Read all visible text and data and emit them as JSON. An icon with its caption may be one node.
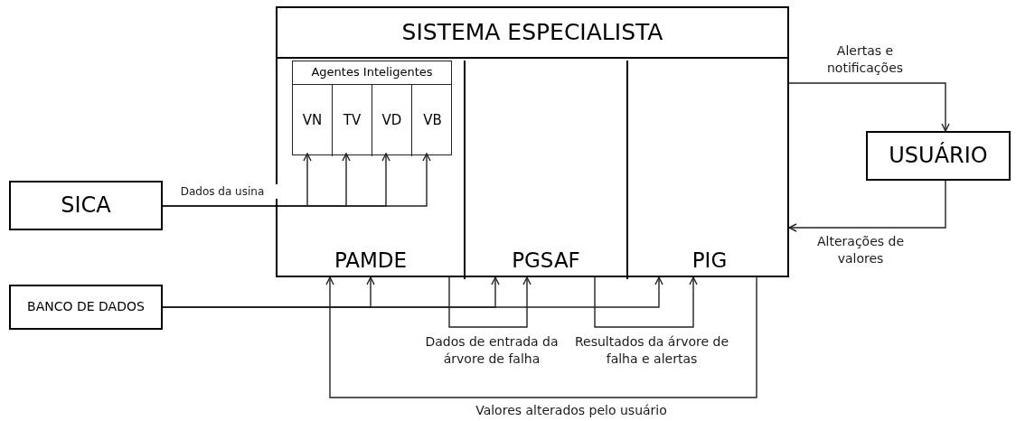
{
  "diagram": {
    "nodes": [
      {
        "text": [
          "SISTEMA ESPECIALISTA"
        ]
      },
      {
        "text": [
          "PAMDE"
        ],
        "in": 0
      },
      {
        "text": [
          "Agentes Inteligentes"
        ],
        "in": 1
      },
      {
        "text": [
          "VN"
        ],
        "in": 2
      },
      {
        "text": [
          "TV"
        ],
        "in": 2
      },
      {
        "text": [
          "VD"
        ],
        "in": 2
      },
      {
        "text": [
          "VB"
        ],
        "in": 2
      },
      {
        "text": [
          "PGSAF"
        ],
        "in": 0
      },
      {
        "text": [
          "PIG"
        ],
        "in": 0
      },
      {
        "text": [
          "SICA"
        ]
      },
      {
        "text": [
          "USUÁRIO"
        ]
      },
      {
        "text": [
          "BANCO DE DADOS"
        ]
      }
    ],
    "edges": [
      {
        "from": 9,
        "to": 3,
        "arrow": "to",
        "label": "Dados da usina"
      },
      {
        "from": 9,
        "to": 4,
        "arrow": "to"
      },
      {
        "from": 9,
        "to": 5,
        "arrow": "to"
      },
      {
        "from": 9,
        "to": 6,
        "arrow": "to"
      },
      {
        "from": 0,
        "to": 10,
        "arrow": "to",
        "label": "Alertas e notificações"
      },
      {
        "from": 10,
        "to": 0,
        "arrow": "to",
        "label": "Alterações de valores"
      },
      {
        "from": 11,
        "to": 1,
        "arrow": "to"
      },
      {
        "from": 11,
        "to": 7,
        "arrow": "to"
      },
      {
        "from": 11,
        "to": 8,
        "arrow": "to"
      },
      {
        "from": 1,
        "to": 7,
        "arrow": "to",
        "label": "Dados de entrada da árvore de falha"
      },
      {
        "from": 7,
        "to": 8,
        "arrow": "to",
        "label": "Resultados da árvore de falha e alertas"
      },
      {
        "from": 8,
        "to": 1,
        "arrow": "to",
        "label": "Valores alterados pelo usuário"
      }
    ]
  }
}
